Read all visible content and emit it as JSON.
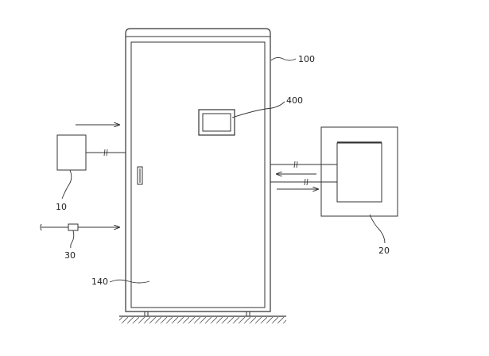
{
  "labels": {
    "cabinet": "100",
    "display": "400",
    "door": "140",
    "unit_left": "10",
    "inline_device": "30",
    "unit_right": "20"
  },
  "colors": {
    "line": "#333333",
    "label": "#222222",
    "background": "#ffffff"
  }
}
